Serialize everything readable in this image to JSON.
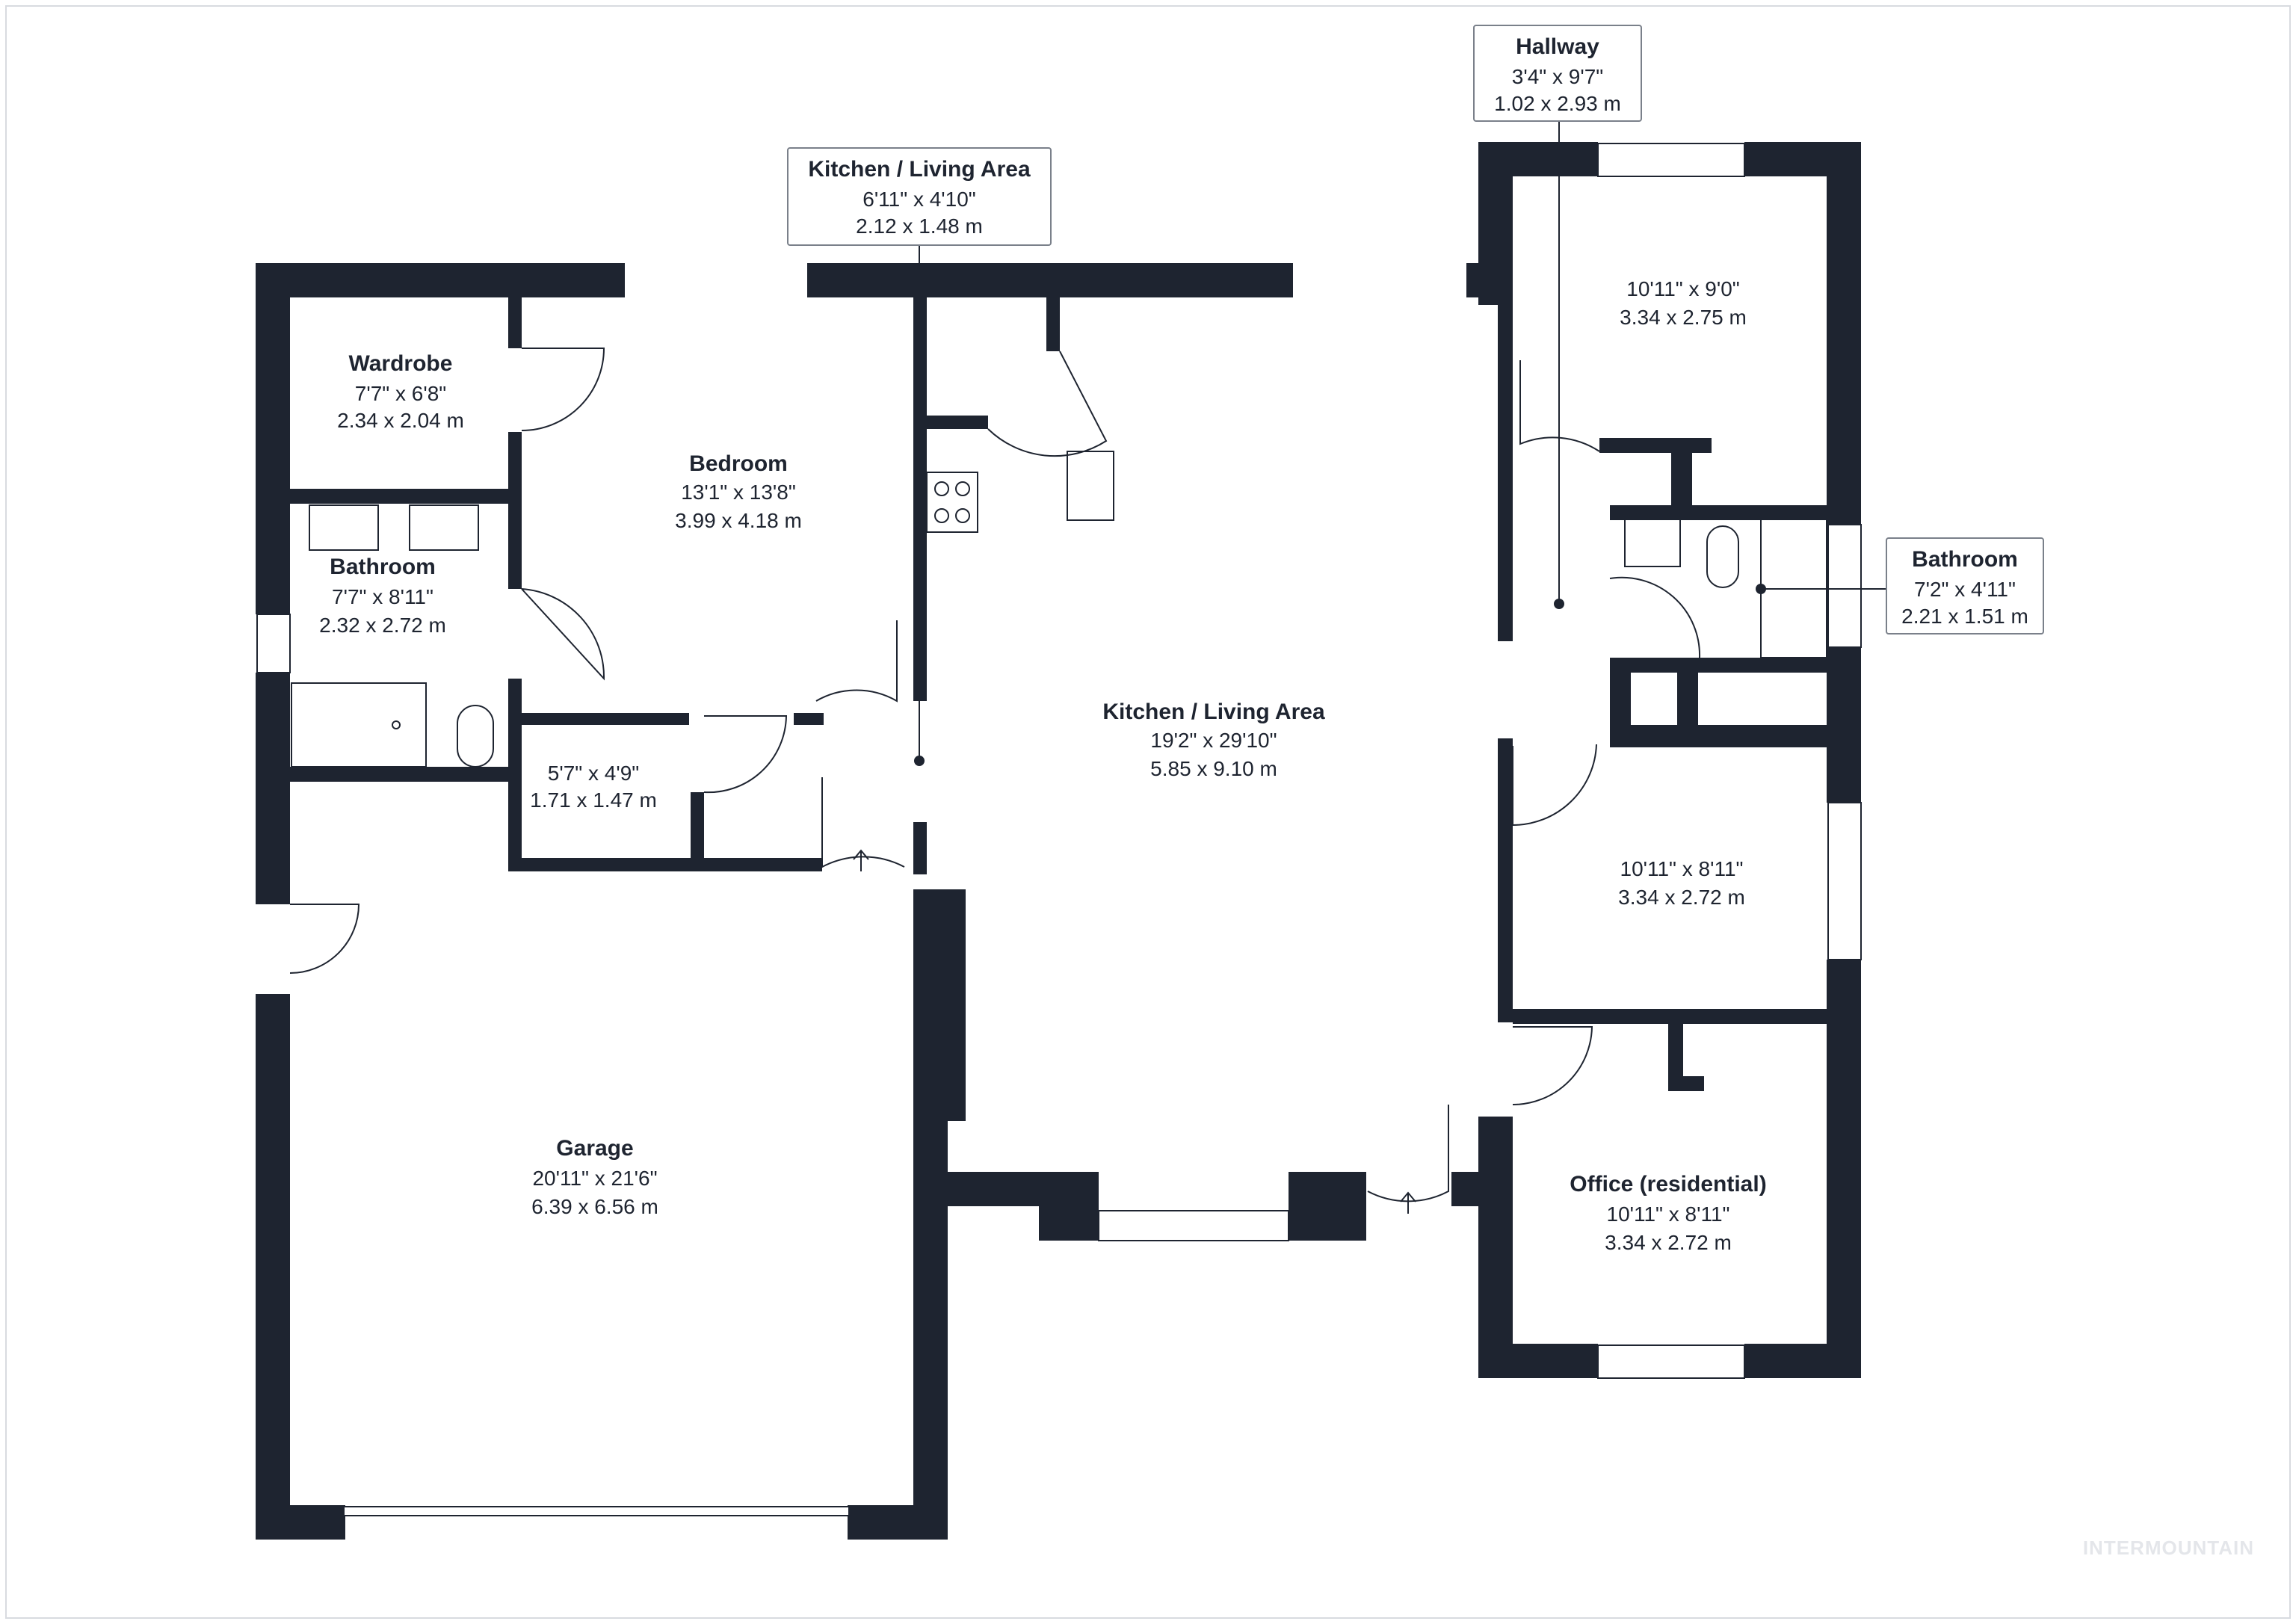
{
  "colors": {
    "wall": "#1e2430",
    "window": "#ffffff",
    "line": "#1e2430",
    "background": "#ffffff",
    "watermark": "#e4e6ea"
  },
  "watermark": "INTERMOUNTAIN",
  "rooms": {
    "wardrobe": {
      "name": "Wardrobe",
      "imperial": "7'7\" x 6'8\"",
      "metric": "2.34 x 2.04 m"
    },
    "bedroom": {
      "name": "Bedroom",
      "imperial": "13'1\" x 13'8\"",
      "metric": "3.99 x 4.18 m"
    },
    "bathroom_left": {
      "name": "Bathroom",
      "imperial": "7'7\" x 8'11\"",
      "metric": "2.32 x 2.72 m"
    },
    "closet": {
      "name": "",
      "imperial": "5'7\" x 4'9\"",
      "metric": "1.71 x 1.47 m"
    },
    "kitchen_main": {
      "name": "Kitchen / Living Area",
      "imperial": "19'2\" x 29'10\"",
      "metric": "5.85 x 9.10 m"
    },
    "garage": {
      "name": "Garage",
      "imperial": "20'11\" x 21'6\"",
      "metric": "6.39 x 6.56 m"
    },
    "bedroom_top_right": {
      "name": "",
      "imperial": "10'11\" x 9'0\"",
      "metric": "3.34 x 2.75 m"
    },
    "bedroom_mid_right": {
      "name": "",
      "imperial": "10'11\" x 8'11\"",
      "metric": "3.34 x 2.72 m"
    },
    "office": {
      "name": "Office (residential)",
      "imperial": "10'11\" x 8'11\"",
      "metric": "3.34 x 2.72 m"
    }
  },
  "callouts": {
    "hallway": {
      "name": "Hallway",
      "imperial": "3'4\" x 9'7\"",
      "metric": "1.02 x 2.93 m"
    },
    "kitchen_small": {
      "name": "Kitchen / Living Area",
      "imperial": "6'11\" x 4'10\"",
      "metric": "2.12 x 1.48 m"
    },
    "bathroom_right": {
      "name": "Bathroom",
      "imperial": "7'2\" x 4'11\"",
      "metric": "2.21 x 1.51 m"
    }
  }
}
